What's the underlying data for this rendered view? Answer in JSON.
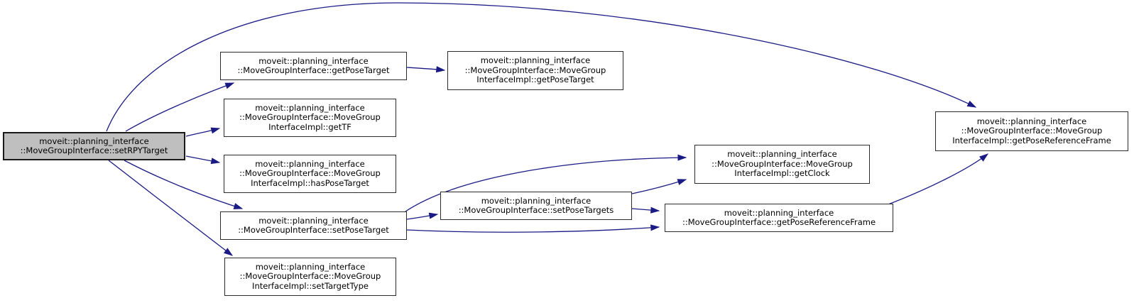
{
  "diagram": {
    "type": "doxygen-call-graph",
    "root_function": "moveit::planning_interface::MoveGroupInterface::setRPYTarget"
  },
  "colors": {
    "edge-color": "#1a1a85",
    "node-border": "#2b2b2b",
    "root-fill": "#bfbfbf",
    "node-fill": "#ffffff",
    "background": "#ffffff",
    "text": "#000000"
  },
  "nodes": {
    "setRPYTarget": {
      "lines": [
        "moveit::planning_interface",
        "::MoveGroupInterface::setRPYTarget"
      ]
    },
    "getPoseTarget": {
      "lines": [
        "moveit::planning_interface",
        "::MoveGroupInterface::getPoseTarget"
      ]
    },
    "getPoseTargetImpl": {
      "lines": [
        "moveit::planning_interface",
        "::MoveGroupInterface::MoveGroup",
        "InterfaceImpl::getPoseTarget"
      ]
    },
    "getTF": {
      "lines": [
        "moveit::planning_interface",
        "::MoveGroupInterface::MoveGroup",
        "InterfaceImpl::getTF"
      ]
    },
    "hasPoseTarget": {
      "lines": [
        "moveit::planning_interface",
        "::MoveGroupInterface::MoveGroup",
        "InterfaceImpl::hasPoseTarget"
      ]
    },
    "setPoseTarget": {
      "lines": [
        "moveit::planning_interface",
        "::MoveGroupInterface::setPoseTarget"
      ]
    },
    "setTargetType": {
      "lines": [
        "moveit::planning_interface",
        "::MoveGroupInterface::MoveGroup",
        "InterfaceImpl::setTargetType"
      ]
    },
    "setPoseTargets": {
      "lines": [
        "moveit::planning_interface",
        "::MoveGroupInterface::setPoseTargets"
      ]
    },
    "getClock": {
      "lines": [
        "moveit::planning_interface",
        "::MoveGroupInterface::MoveGroup",
        "InterfaceImpl::getClock"
      ]
    },
    "getPoseReferenceFrame": {
      "lines": [
        "moveit::planning_interface",
        "::MoveGroupInterface::getPoseReferenceFrame"
      ]
    },
    "getPoseReferenceFrameImpl": {
      "lines": [
        "moveit::planning_interface",
        "::MoveGroupInterface::MoveGroup",
        "InterfaceImpl::getPoseReferenceFrame"
      ]
    }
  },
  "edges": [
    {
      "from": "setRPYTarget",
      "to": "getPoseReferenceFrameImpl"
    },
    {
      "from": "setRPYTarget",
      "to": "getPoseTarget"
    },
    {
      "from": "setRPYTarget",
      "to": "getTF"
    },
    {
      "from": "setRPYTarget",
      "to": "hasPoseTarget"
    },
    {
      "from": "setRPYTarget",
      "to": "setPoseTarget"
    },
    {
      "from": "setRPYTarget",
      "to": "setTargetType"
    },
    {
      "from": "getPoseTarget",
      "to": "getPoseTargetImpl"
    },
    {
      "from": "setPoseTarget",
      "to": "setPoseTargets"
    },
    {
      "from": "setPoseTarget",
      "to": "getClock"
    },
    {
      "from": "setPoseTarget",
      "to": "getPoseReferenceFrame"
    },
    {
      "from": "setPoseTargets",
      "to": "getClock"
    },
    {
      "from": "setPoseTargets",
      "to": "getPoseReferenceFrame"
    },
    {
      "from": "getPoseReferenceFrame",
      "to": "getPoseReferenceFrameImpl"
    }
  ]
}
